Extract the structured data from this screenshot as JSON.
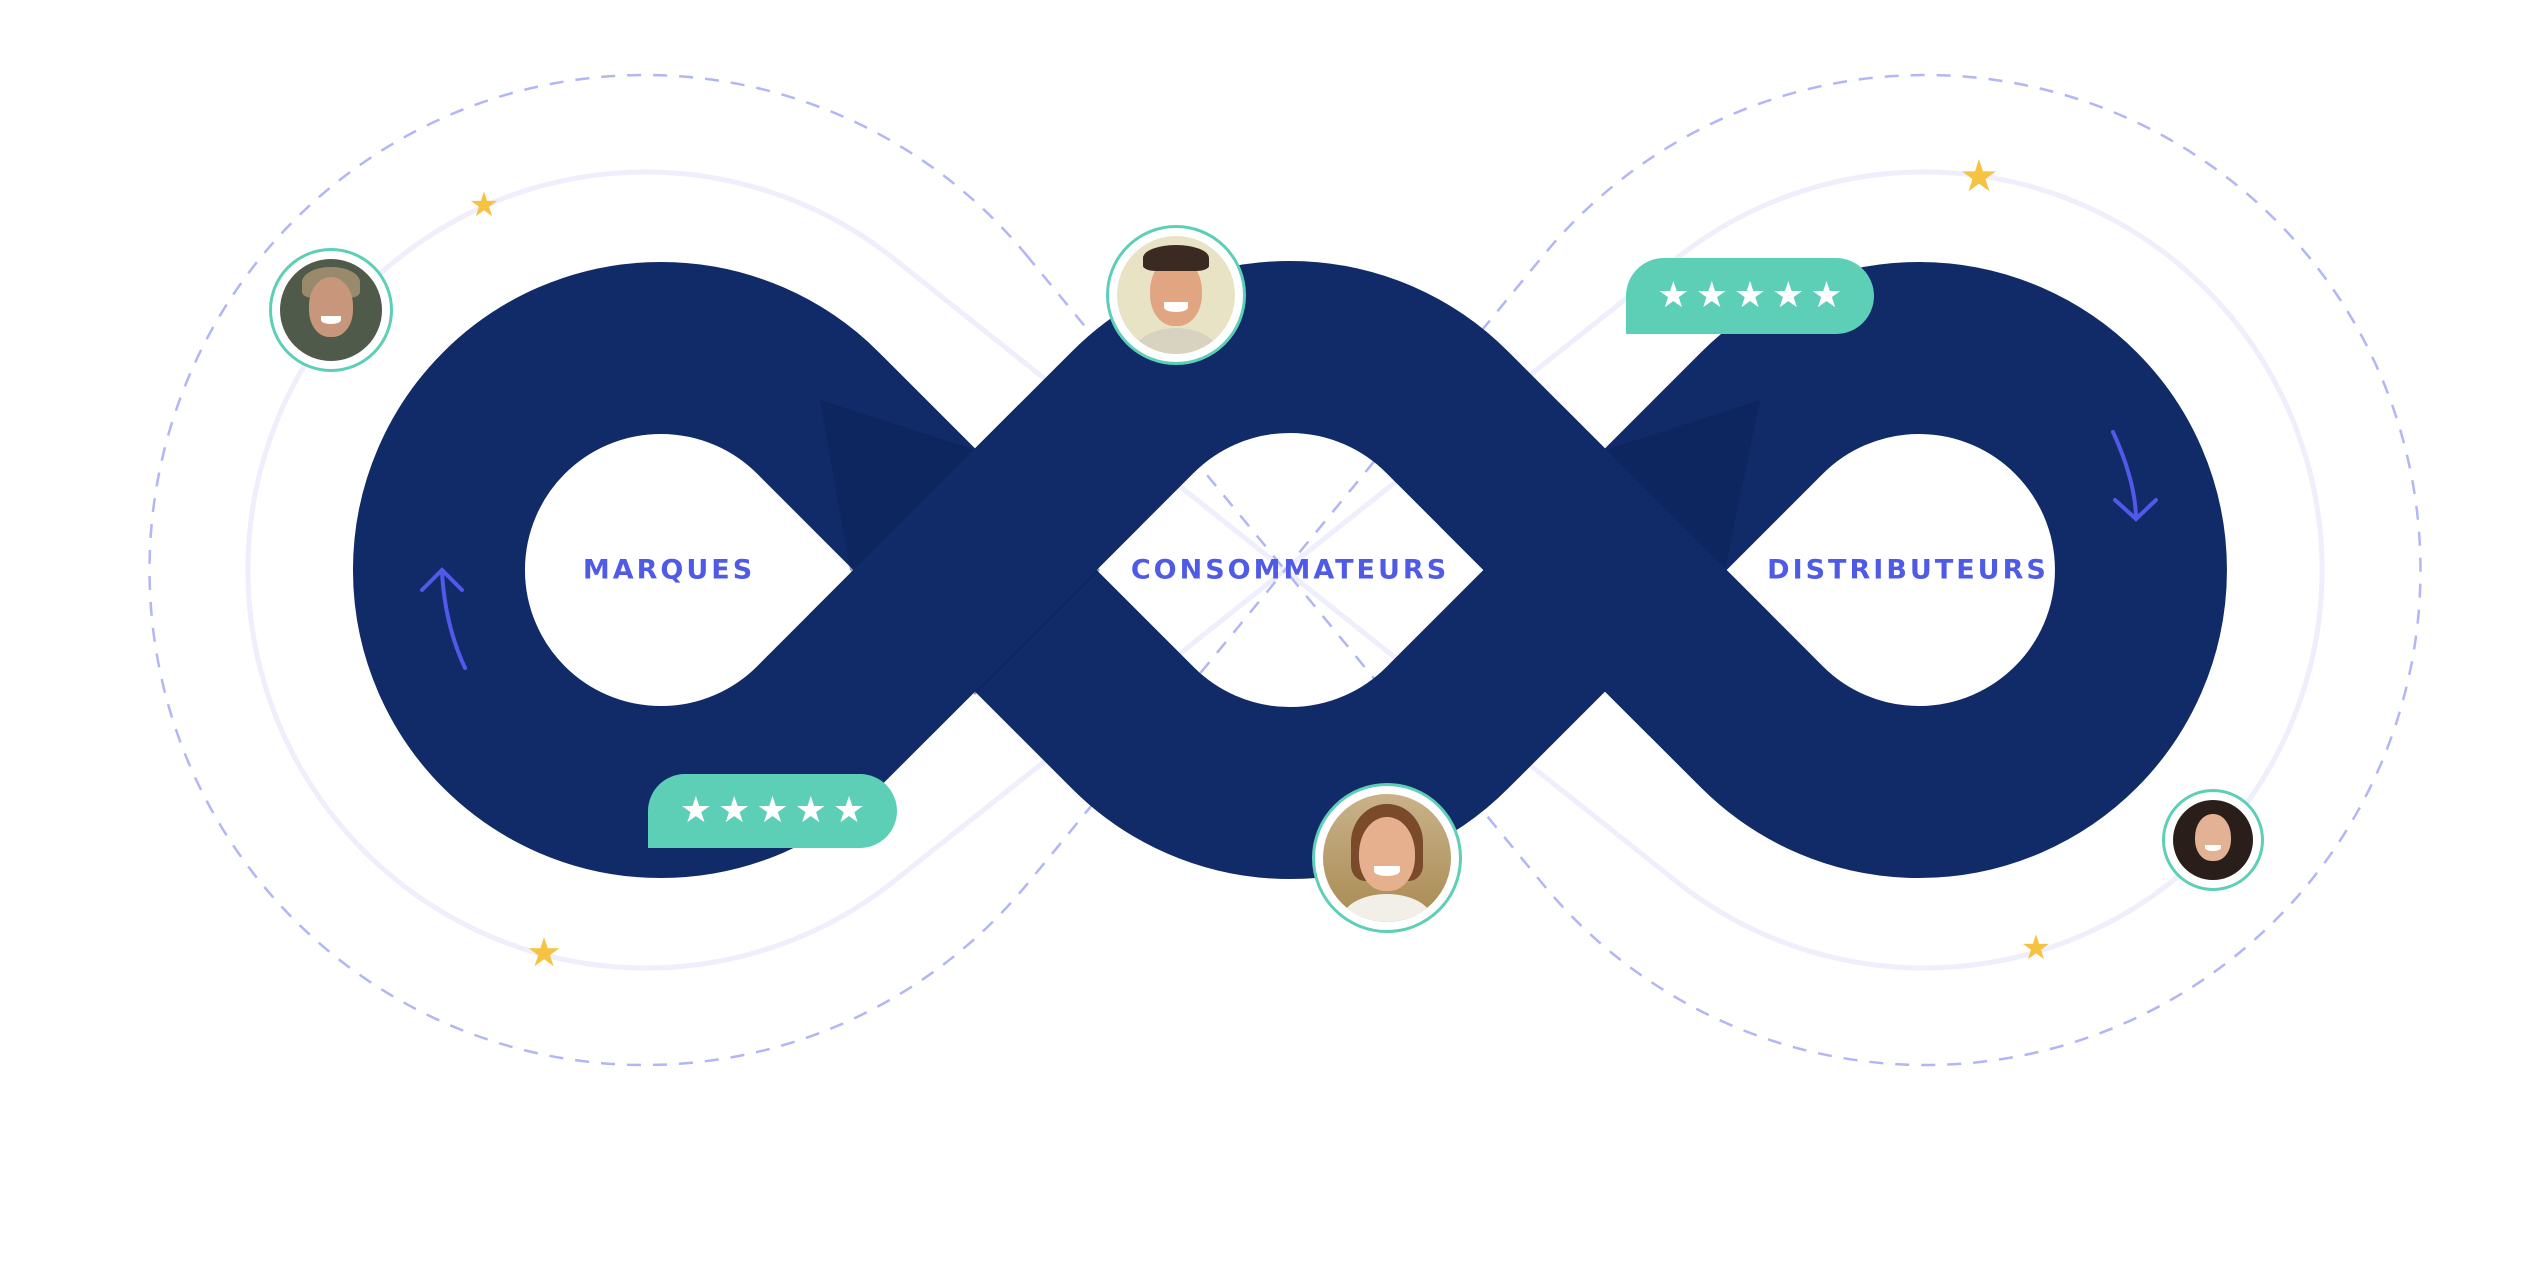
{
  "nodes": [
    {
      "label": "MARQUES"
    },
    {
      "label": "CONSOMMATEURS"
    },
    {
      "label": "DISTRIBUTEURS"
    }
  ],
  "ratings": [
    {
      "stars": 5,
      "max": 5,
      "star_glyph": "★"
    },
    {
      "stars": 5,
      "max": 5,
      "star_glyph": "★"
    }
  ],
  "decor_star_glyph": "★",
  "colors": {
    "band": "#112b69",
    "label": "#4f5be6",
    "accent_teal": "#5ecfb7",
    "gold": "#f5c242",
    "ring": "#eeeefc",
    "dash": "#b3b6f5",
    "arrow": "#5258e8"
  }
}
